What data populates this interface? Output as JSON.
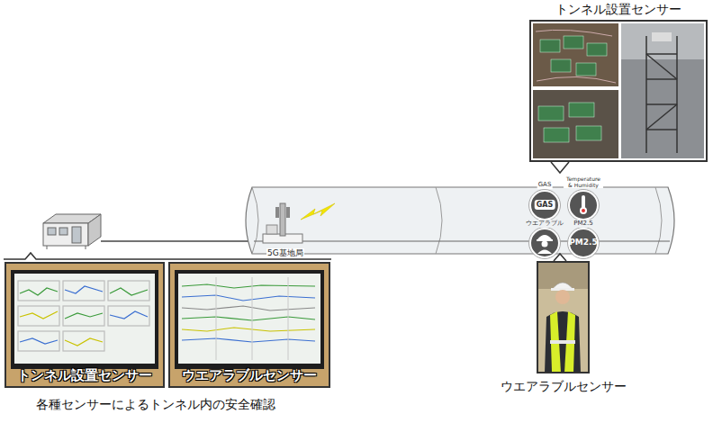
{
  "diagram": {
    "caption": "各種センサーによるトンネル内の安全確認",
    "nodes": [
      {
        "text": [
          "トンネル設置センサー"
        ]
      },
      {
        "text": [
          "GAS",
          "GAS"
        ]
      },
      {
        "text": [
          "Temperature & Humidity"
        ]
      },
      {
        "text": [
          "ウエアラブル"
        ]
      },
      {
        "text": [
          "PM2.5",
          "PM2.5"
        ]
      },
      {
        "text": [
          "トンネル設置センサー"
        ]
      },
      {
        "text": [
          "ウエアラブルセンサー"
        ]
      },
      {
        "text": [
          "ウエアラブルセンサー"
        ]
      }
    ],
    "labels": [
      "5G基地局"
    ]
  }
}
